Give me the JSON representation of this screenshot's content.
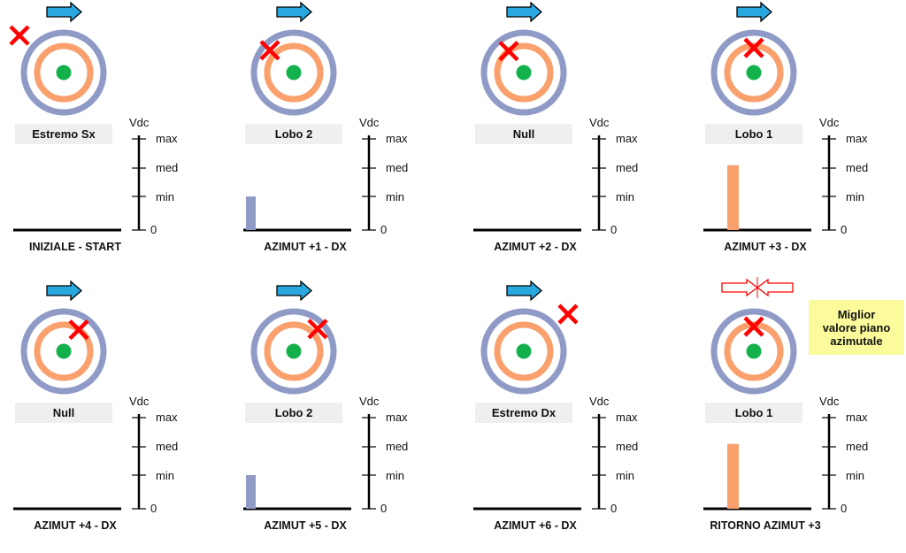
{
  "colors": {
    "outer_ring": "#8f9bc6",
    "inner_ring": "#f9a06c",
    "center_dot": "#13b14c",
    "marker": "#ff0000",
    "direction_arrow": "#29a8e0",
    "bar_lobe2": "#8f9bc6",
    "bar_lobe1": "#f9a06c",
    "label_bg": "#efefef",
    "note_bg": "#fbfb9c"
  },
  "axis": {
    "unit": "Vdc",
    "ticks": [
      "0",
      "min",
      "med",
      "max"
    ]
  },
  "note": {
    "line1": "Miglior",
    "line2": "valore piano",
    "line3": "azimutale"
  },
  "steps": [
    {
      "label": "Estremo Sx",
      "caption": "INIZIALE - START",
      "arrow": "right-arrow",
      "marker_angle_deg": -140,
      "marker_radius": 1.45,
      "signal_level": 0,
      "bar_color": "none"
    },
    {
      "label": "Lobo 2",
      "caption": "AZIMUT +1 - DX",
      "arrow": "right-arrow",
      "marker_angle_deg": -137,
      "marker_radius": 0.82,
      "signal_level": 1,
      "bar_color": "lobe2"
    },
    {
      "label": "Null",
      "caption": "AZIMUT +2 - DX",
      "arrow": "right-arrow",
      "marker_angle_deg": -125,
      "marker_radius": 0.66,
      "signal_level": 0,
      "bar_color": "none"
    },
    {
      "label": "Lobo 1",
      "caption": "AZIMUT +3 - DX",
      "arrow": "right-arrow",
      "marker_angle_deg": -90,
      "marker_radius": 0.62,
      "signal_level": 2.1,
      "bar_color": "lobe1"
    },
    {
      "label": "Null",
      "caption": "AZIMUT +4 - DX",
      "arrow": "right-arrow",
      "marker_angle_deg": -55,
      "marker_radius": 0.66,
      "signal_level": 0,
      "bar_color": "none"
    },
    {
      "label": "Lobo 2",
      "caption": "AZIMUT +5 - DX",
      "arrow": "right-arrow",
      "marker_angle_deg": -43,
      "marker_radius": 0.82,
      "signal_level": 1,
      "bar_color": "lobe2"
    },
    {
      "label": "Estremo Dx",
      "caption": "AZIMUT +6 - DX",
      "arrow": "right-arrow",
      "marker_angle_deg": -40,
      "marker_radius": 1.45,
      "signal_level": 0,
      "bar_color": "none"
    },
    {
      "label": "Lobo 1",
      "caption": "RITORNO AZIMUT +3",
      "arrow": "converge-arrows",
      "marker_angle_deg": -90,
      "marker_radius": 0.62,
      "signal_level": 2.1,
      "bar_color": "lobe1"
    }
  ]
}
